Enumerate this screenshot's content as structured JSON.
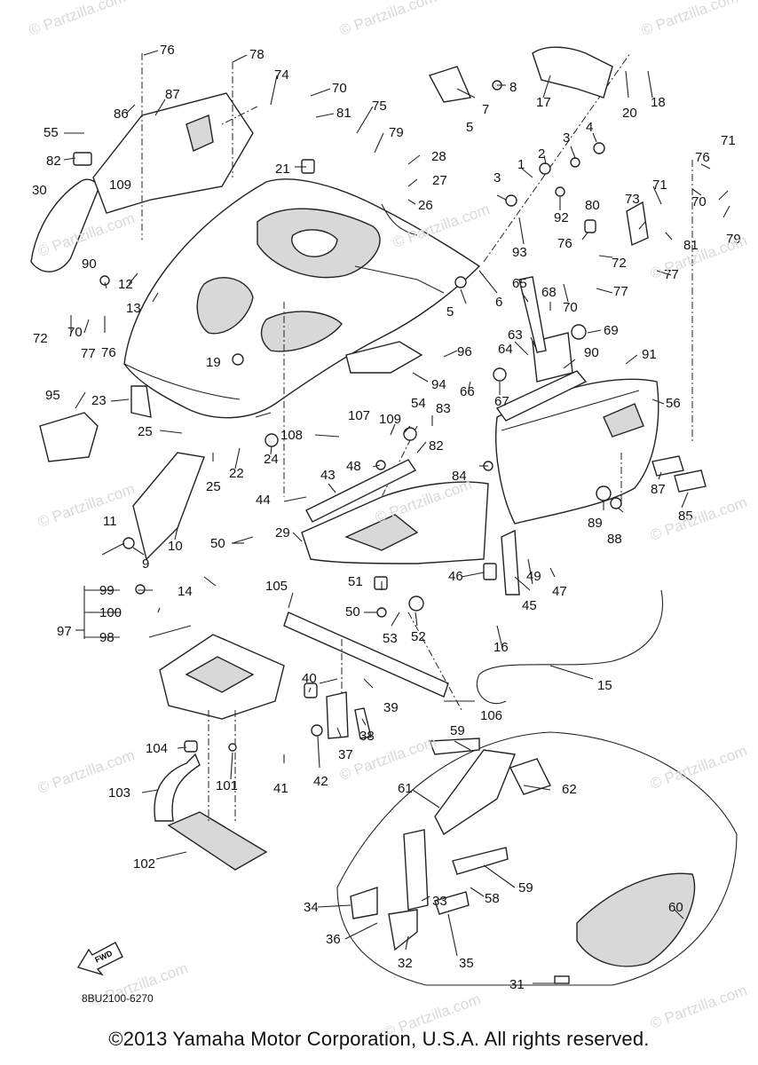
{
  "watermarks": [
    "© Partzilla.com"
  ],
  "diagram_code": "8BU2100-6270",
  "fwd_label": "FWD",
  "copyright": "©2013 Yamaha Motor Corporation, U.S.A. All rights reserved.",
  "callouts": [
    "1",
    "2",
    "3",
    "3",
    "4",
    "5",
    "5",
    "6",
    "7",
    "8",
    "9",
    "10",
    "11",
    "12",
    "13",
    "14",
    "15",
    "16",
    "17",
    "18",
    "19",
    "20",
    "21",
    "22",
    "23",
    "24",
    "25",
    "25",
    "26",
    "27",
    "28",
    "29",
    "30",
    "31",
    "32",
    "33",
    "34",
    "35",
    "36",
    "37",
    "38",
    "39",
    "40",
    "41",
    "42",
    "43",
    "44",
    "45",
    "46",
    "47",
    "48",
    "49",
    "50",
    "50",
    "51",
    "52",
    "53",
    "54",
    "55",
    "56",
    "58",
    "59",
    "59",
    "60",
    "61",
    "62",
    "63",
    "64",
    "65",
    "66",
    "67",
    "68",
    "69",
    "70",
    "70",
    "70",
    "70",
    "71",
    "71",
    "72",
    "72",
    "73",
    "74",
    "75",
    "76",
    "76",
    "76",
    "76",
    "77",
    "77",
    "77",
    "78",
    "79",
    "79",
    "80",
    "81",
    "81",
    "82",
    "82",
    "83",
    "84",
    "85",
    "86",
    "87",
    "87",
    "88",
    "89",
    "90",
    "90",
    "91",
    "92",
    "93",
    "94",
    "95",
    "96",
    "97",
    "98",
    "99",
    "100",
    "101",
    "102",
    "103",
    "104",
    "105",
    "106",
    "107",
    "108",
    "109",
    "109"
  ]
}
